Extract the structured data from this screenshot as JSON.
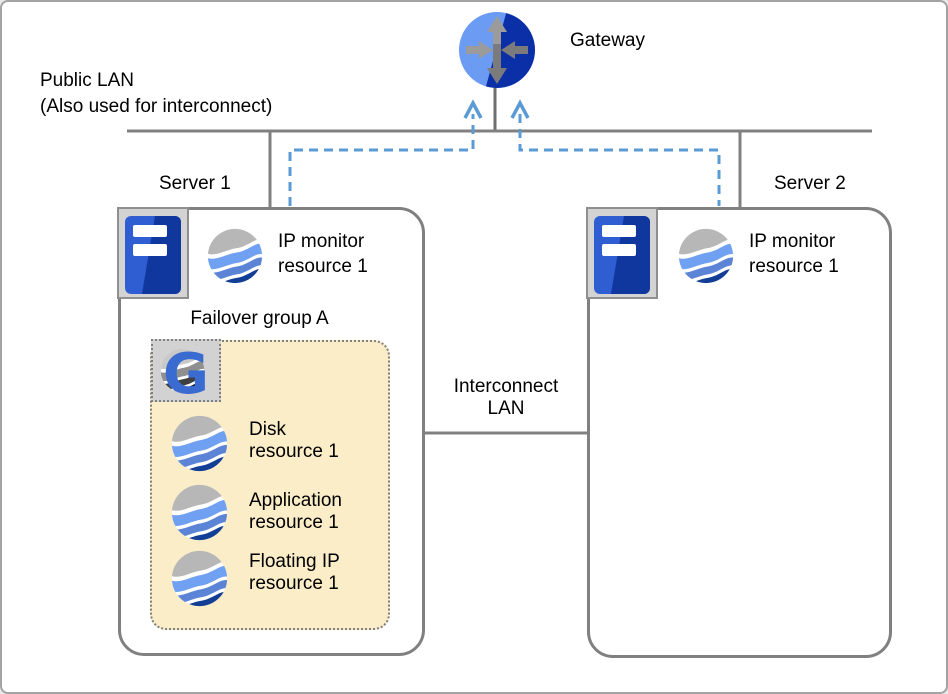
{
  "colors": {
    "line_gray": "#808080",
    "dashed_blue": "#5B9BD5",
    "failover_group_fill": "#FAEDC8",
    "server_icon_blue_light": "#2E5ED1",
    "server_icon_blue_dark": "#10379E",
    "gateway_light_blue": "#6B9BF2",
    "gateway_dark_blue": "#0B2FA6",
    "resource_navy": "#123E96"
  },
  "labels": {
    "gateway": "Gateway",
    "public_lan_line1": "Public LAN",
    "public_lan_line2": "(Also used for interconnect)",
    "interconnect_line1": "Interconnect",
    "interconnect_line2": "LAN"
  },
  "server1": {
    "name": "Server 1",
    "ip_monitor_line1": "IP monitor",
    "ip_monitor_line2": "resource 1",
    "failover_group": {
      "title": "Failover group A",
      "resources": [
        {
          "line1": "Disk",
          "line2": "resource 1"
        },
        {
          "line1": "Application",
          "line2": "resource 1"
        },
        {
          "line1": "Floating IP",
          "line2": "resource 1"
        }
      ]
    }
  },
  "server2": {
    "name": "Server 2",
    "ip_monitor_line1": "IP monitor",
    "ip_monitor_line2": "resource 1"
  }
}
